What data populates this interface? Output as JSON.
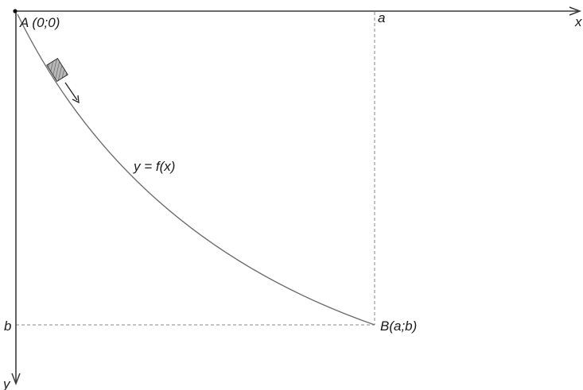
{
  "labels": {
    "origin": "A (0;0)",
    "x_axis": "x",
    "y_axis": "y",
    "x_tick": "a",
    "y_tick": "b",
    "end_point": "B(a;b)",
    "curve": "y = f(x)"
  },
  "colors": {
    "axis": "#3a3a3a",
    "curve": "#6e6e6e",
    "guide": "#8a8a8a",
    "block_fill": "#9a9a9a",
    "text": "#1a1a1a"
  },
  "icons": {
    "block": "sliding-block-icon",
    "arrow": "velocity-arrow-icon"
  }
}
